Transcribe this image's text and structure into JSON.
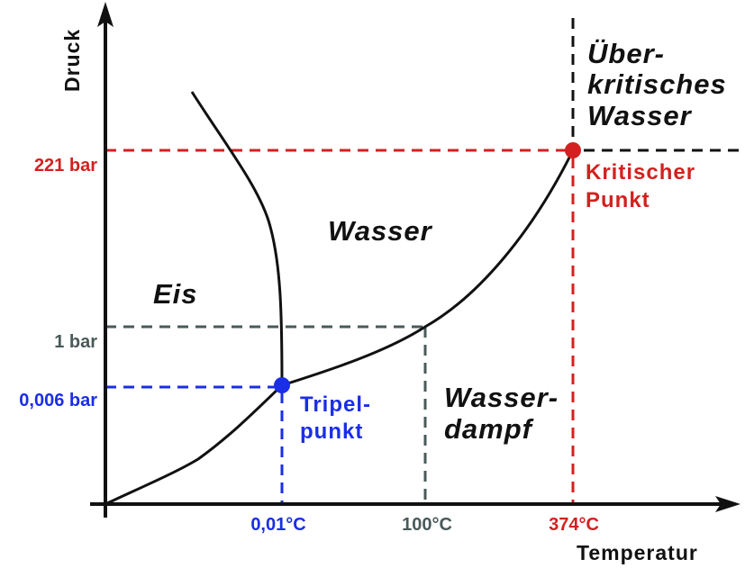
{
  "axes": {
    "y_title": "Druck",
    "x_title": "Temperatur"
  },
  "ticks": {
    "pressure_221": "221 bar",
    "pressure_1": "1 bar",
    "pressure_0006": "0,006 bar",
    "temp_001": "0,01°C",
    "temp_100": "100°C",
    "temp_374": "374°C"
  },
  "regions": {
    "ice": "Eis",
    "water": "Wasser",
    "vapor_line1": "Wasser-",
    "vapor_line2": "dampf",
    "supercritical_line1": "Über-",
    "supercritical_line2": "kritisches",
    "supercritical_line3": "Wasser"
  },
  "points": {
    "triple_line1": "Tripel-",
    "triple_line2": "punkt",
    "critical_line1": "Kritischer",
    "critical_line2": "Punkt"
  },
  "colors": {
    "triple": "#1a2ee6",
    "critical": "#d42020",
    "guide_grey": "#4a5a5a",
    "curve": "#111111"
  }
}
